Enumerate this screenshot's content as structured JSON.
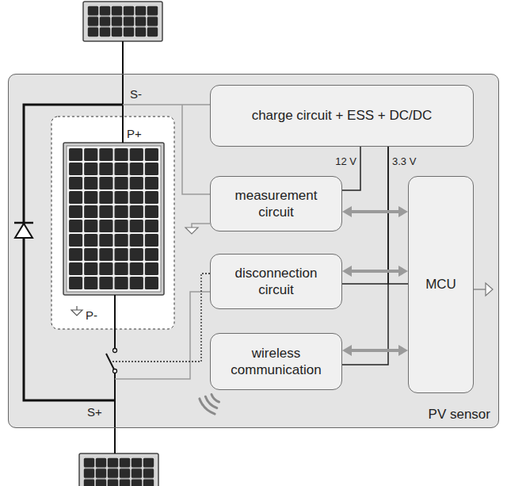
{
  "diagram": {
    "nodes": [
      {
        "text": [
          "PV sensor"
        ]
      },
      {
        "text": [
          "charge circuit + ESS + DC/DC"
        ],
        "in": 0
      },
      {
        "text": [
          "measurement circuit"
        ],
        "in": 0
      },
      {
        "text": [
          "disconnection circuit"
        ],
        "in": 0
      },
      {
        "text": [
          "wireless communication"
        ],
        "in": 0
      },
      {
        "text": [
          "MCU"
        ],
        "in": 0
      }
    ],
    "edges": [
      {
        "from": 1,
        "to": 2,
        "arrow": "none",
        "label": "12 V"
      },
      {
        "from": 1,
        "to": 5,
        "arrow": "none",
        "label": "3.3 V"
      },
      {
        "from": 1,
        "to": 3,
        "arrow": "none"
      },
      {
        "from": 1,
        "to": 4,
        "arrow": "none"
      },
      {
        "from": 2,
        "to": 5,
        "arrow": "both"
      },
      {
        "from": 3,
        "to": 5,
        "arrow": "both"
      },
      {
        "from": 4,
        "to": 5,
        "arrow": "both"
      }
    ],
    "labels": [
      "S-",
      "P+",
      "P-",
      "S+"
    ]
  }
}
